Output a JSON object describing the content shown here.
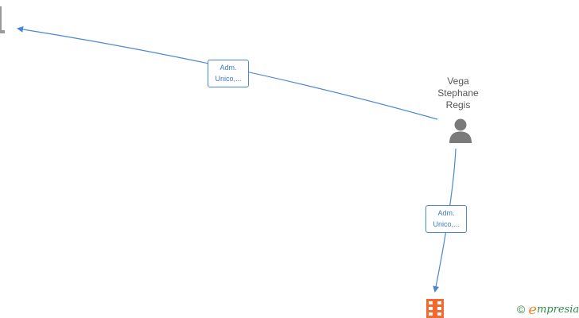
{
  "edges": [
    {
      "from": "vega-stephane-regis",
      "to": "company-offscreen-left",
      "label_lines": [
        "Adm.",
        "Unico,..."
      ]
    },
    {
      "from": "vega-stephane-regis",
      "to": "company-bottom",
      "label_lines": [
        "Adm.",
        "Unico,..."
      ]
    }
  ],
  "person": {
    "name_lines": [
      "Vega",
      "Stephane",
      "Regis"
    ],
    "icon": "person-icon"
  },
  "company": {
    "icon": "building-icon"
  },
  "brand": {
    "copyright": "©",
    "name_initial": "e",
    "name_rest": "mpresia"
  },
  "colors": {
    "edge": "#4a86d4",
    "label_text": "#3b78c8",
    "person_icon": "#7a7a7a",
    "company_icon": "#f26a30",
    "brand_green": "#2f8a4f",
    "brand_orange": "#e8892c"
  }
}
